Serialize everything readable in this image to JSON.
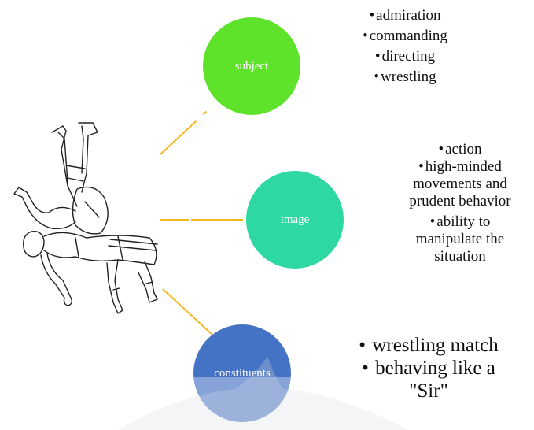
{
  "colors": {
    "connector": "#f2b824",
    "subject_node": "#5ee32a",
    "image_node": "#2ed8a2",
    "constituents_node": "#4472c4",
    "text": "#111111"
  },
  "illustration": {
    "icon": "wrestlers-illustration-icon"
  },
  "nodes": {
    "subject": {
      "label": "subject",
      "items": [
        "admiration",
        "commanding",
        "directing",
        "wrestling"
      ]
    },
    "image": {
      "label": "image",
      "items": [
        "action",
        "high-minded movements and prudent behavior",
        "ability to manipulate the situation"
      ]
    },
    "constituents": {
      "label": "constituents",
      "items": [
        "wrestling match",
        "behaving like a \"Sir\""
      ]
    }
  }
}
